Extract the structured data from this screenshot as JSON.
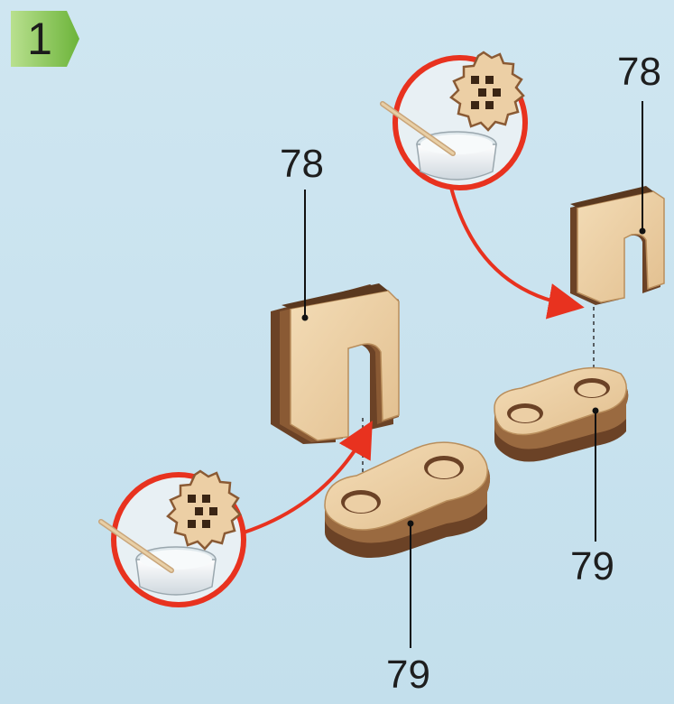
{
  "step": {
    "number": "1",
    "badge_color": "#7cc142"
  },
  "labels": {
    "piece_a_left": "78",
    "piece_a_right": "78",
    "piece_b_left": "79",
    "piece_b_right": "79"
  },
  "colors": {
    "background": "#c9e3ef",
    "wood_light": "#eccfa5",
    "wood_dark": "#6b4226",
    "arrow": "#e8321f"
  },
  "icons": [
    "glue-pot-icon",
    "toothpick-icon",
    "gear-icon",
    "curved-arrow-icon"
  ]
}
